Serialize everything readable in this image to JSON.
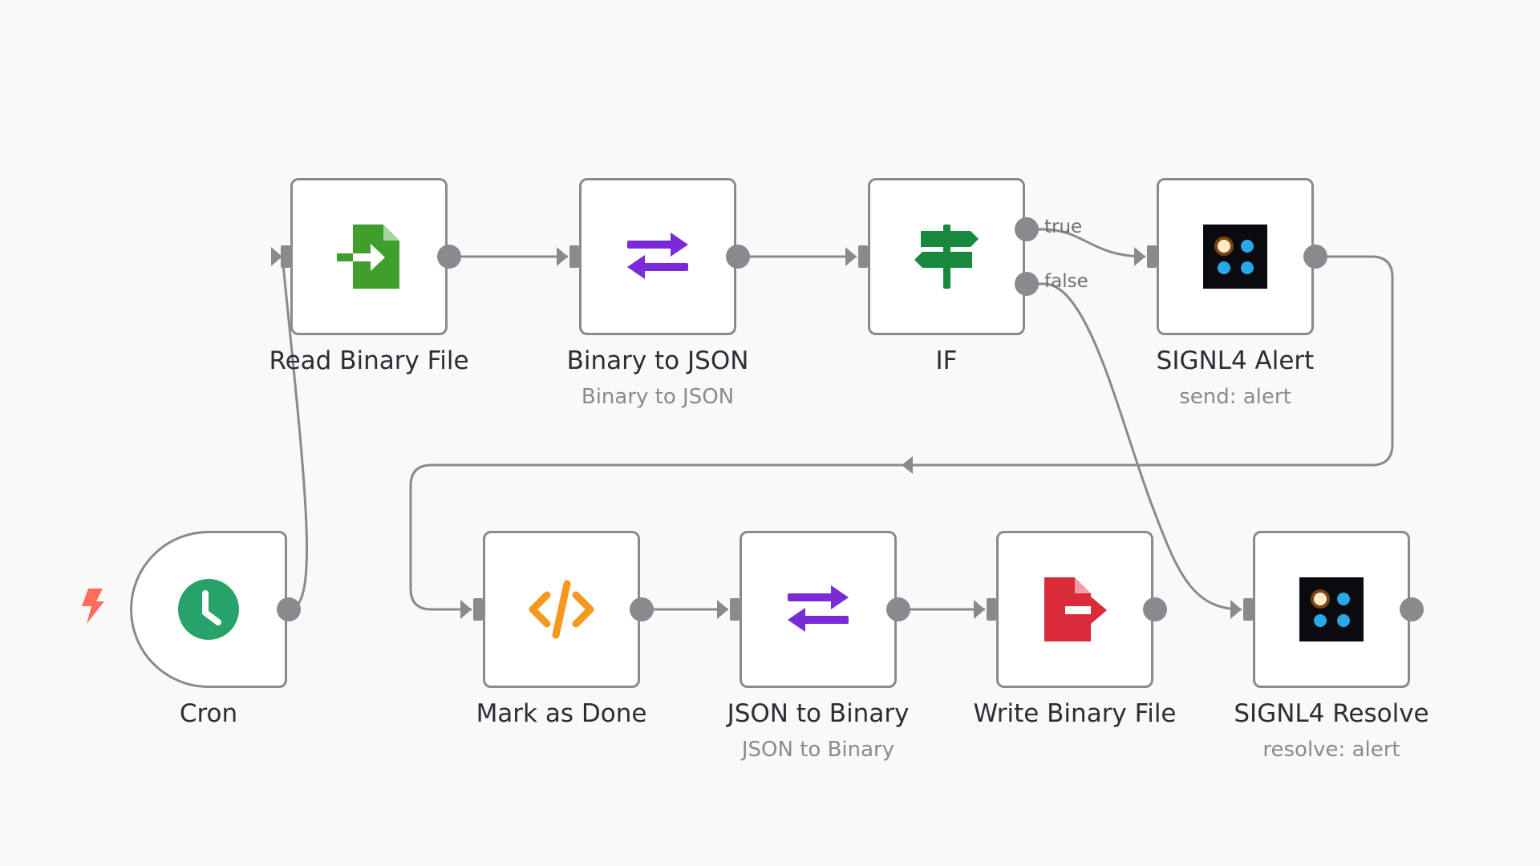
{
  "workflow": {
    "nodes": {
      "cron": {
        "label": "Cron",
        "subtitle": ""
      },
      "read_binary_file": {
        "label": "Read Binary File",
        "subtitle": ""
      },
      "binary_to_json": {
        "label": "Binary to JSON",
        "subtitle": "Binary to JSON"
      },
      "if": {
        "label": "IF",
        "subtitle": ""
      },
      "signl4_alert": {
        "label": "SIGNL4 Alert",
        "subtitle": "send: alert"
      },
      "mark_as_done": {
        "label": "Mark as Done",
        "subtitle": ""
      },
      "json_to_binary": {
        "label": "JSON to Binary",
        "subtitle": "JSON to Binary"
      },
      "write_binary_file": {
        "label": "Write Binary File",
        "subtitle": ""
      },
      "signl4_resolve": {
        "label": "SIGNL4 Resolve",
        "subtitle": "resolve: alert"
      }
    },
    "branches": {
      "true_label": "true",
      "false_label": "false"
    },
    "icons": {
      "cron": "clock-icon",
      "read_binary_file": "file-import-icon",
      "binary_to_json": "exchange-arrows-icon",
      "if": "signpost-icon",
      "signl4_alert": "signl4-logo-icon",
      "mark_as_done": "code-icon",
      "json_to_binary": "exchange-arrows-icon",
      "write_binary_file": "file-export-icon",
      "signl4_resolve": "signl4-logo-icon",
      "trigger": "lightning-bolt-icon"
    },
    "colors": {
      "canvas_background": "#f9f9f9",
      "node_border": "#8a8a8e",
      "connection": "#8a8a8e",
      "cron_green": "#27a36a",
      "file_green": "#3f9e2c",
      "exchange_purple": "#7b2ad8",
      "if_green": "#18883f",
      "code_orange": "#f49820",
      "file_red": "#d92b3a",
      "trigger_red": "#ff6d5a",
      "signl4_blue": "#29a8e8",
      "signl4_orange": "#ff8c1a"
    }
  }
}
